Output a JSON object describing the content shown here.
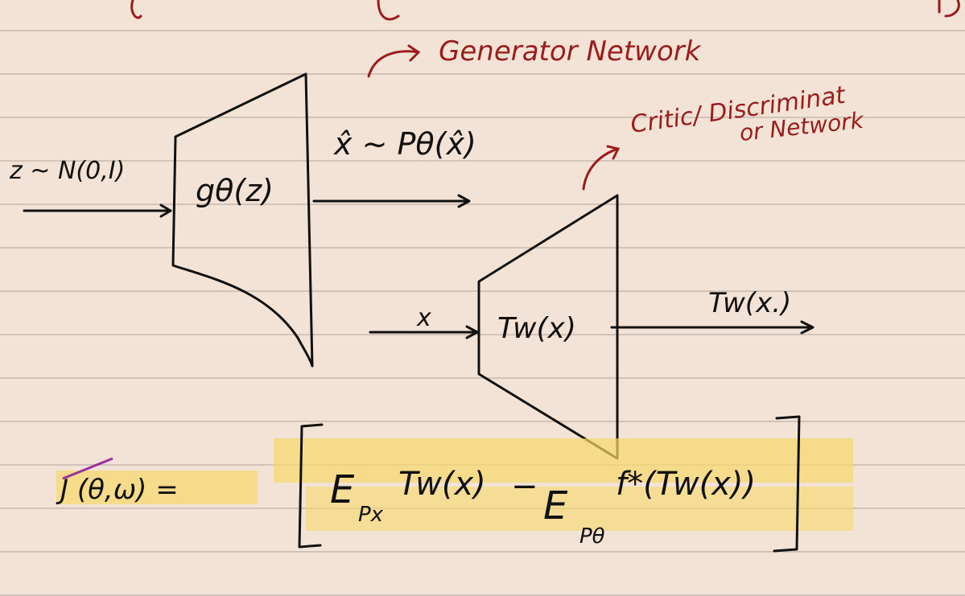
{
  "colors": {
    "paper": "#f3e3d6",
    "ink": "#111111",
    "annotation": "#9b1c1c",
    "highlight": "#f6d86a",
    "rule": "#d2c3b8"
  },
  "generator": {
    "annotation": "Generator Network",
    "input_label": "z ~ N(0,I)",
    "function_label": "gθ(z)",
    "output_label": "x̂ ~ Pθ(x̂)"
  },
  "critic": {
    "annotation_line1": "Critic/ Discriminat",
    "annotation_line2": "or Network",
    "input_label": "x",
    "function_label": "Tw(x)",
    "output_label": "Tw(x.)"
  },
  "objective": {
    "lhs": "J (θ,ω) =",
    "term1": "E",
    "term1_sub": "Px",
    "term1_body": "Tw(x)",
    "minus": "−",
    "term2": "E",
    "term2_sub": "Pθ",
    "term2_body": "f*(Tw(x))"
  }
}
